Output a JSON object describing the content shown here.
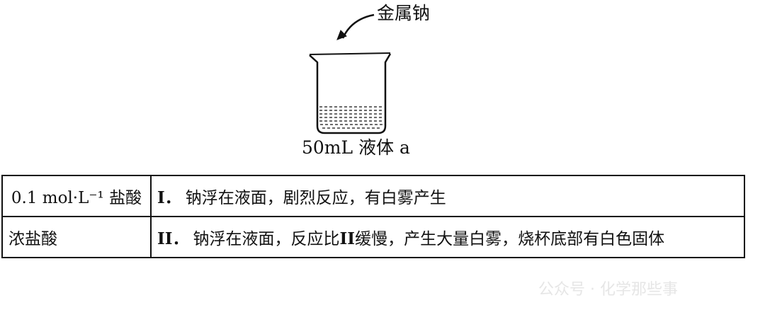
{
  "diagram": {
    "sodium_label": "金属钠",
    "liquid_label": "50mL 液体 a"
  },
  "table": {
    "rows": [
      {
        "solution": "0.1 mol·L⁻¹ 盐酸",
        "numeral": "I．",
        "observation": "钠浮在液面，剧烈反应，有白雾产生",
        "observation_bold": "",
        "observation_tail": ""
      },
      {
        "solution": "浓盐酸",
        "numeral": "II．",
        "observation": "钠浮在液面，反应比",
        "observation_bold": "II",
        "observation_tail": "缓慢，产生大量白雾，烧杯底部有白色固体"
      }
    ]
  },
  "watermark": "公众号 · 化学那些事"
}
